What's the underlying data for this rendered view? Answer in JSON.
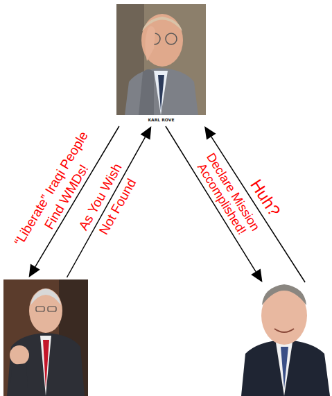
{
  "diagram": {
    "nodes": [
      {
        "text": [
          "KARL ROVE"
        ]
      },
      {
        "text": []
      },
      {
        "text": []
      }
    ],
    "edges": [
      {
        "from": 0,
        "to": 1,
        "label": "Find WMDs!",
        "arrow": "to"
      },
      {
        "from": 1,
        "to": 0,
        "label": "As You Wish",
        "arrow": "to"
      },
      {
        "from": 0,
        "to": 2,
        "label": "Declare Mission Accomplished!",
        "arrow": "to"
      },
      {
        "from": 2,
        "to": 0,
        "label": "Huh?",
        "arrow": "to"
      }
    ],
    "labels": [
      "“Liberate” Iraqi People",
      "Not Found"
    ]
  }
}
